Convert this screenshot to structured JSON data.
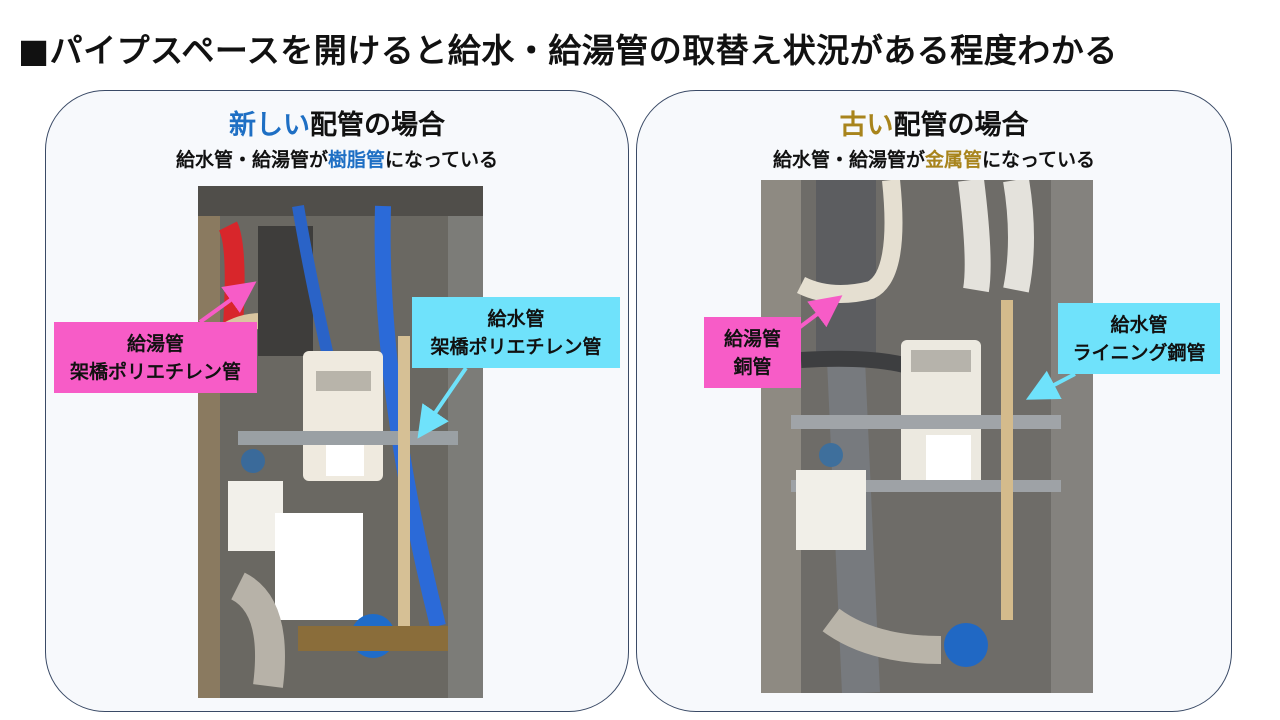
{
  "title": "■パイプスペースを開けると給水・給湯管の取替え状況がある程度わかる",
  "left_panel": {
    "heading_highlight": "新しい",
    "heading_rest": "配管の場合",
    "sub_prefix": "給水管・給湯管が",
    "sub_highlight": "樹脂管",
    "sub_suffix": "になっている",
    "callout_hot": {
      "line1": "給湯管",
      "line2": "架橋ポリエチレン管"
    },
    "callout_cold": {
      "line1": "給水管",
      "line2": "架橋ポリエチレン管"
    }
  },
  "right_panel": {
    "heading_highlight": "古い",
    "heading_rest": "配管の場合",
    "sub_prefix": "給水管・給湯管が",
    "sub_highlight": "金属管",
    "sub_suffix": "になっている",
    "callout_hot": {
      "line1": "給湯管",
      "line2": "銅管"
    },
    "callout_cold": {
      "line1": "給水管",
      "line2": "ライニング鋼管"
    }
  },
  "colors": {
    "new_accent": "#1e6fc4",
    "old_accent": "#a8841c",
    "hot_callout": "#f75cc7",
    "cold_callout": "#6fe2fb"
  }
}
